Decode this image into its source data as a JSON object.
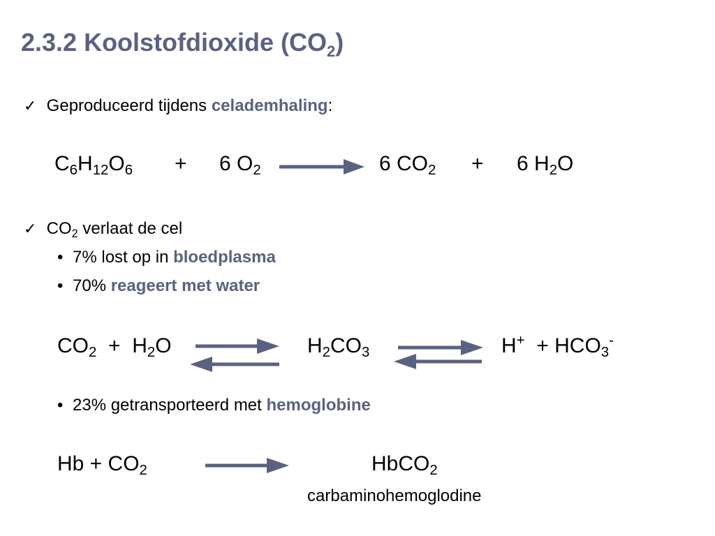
{
  "title": {
    "main": "2.3.2  Koolstofdioxide (CO",
    "sub": "2",
    "end": ")"
  },
  "check1": {
    "text": "Geproduceerd tijdens ",
    "highlight": "celademhaling",
    "end": ":"
  },
  "eq1": {
    "glucose": {
      "c": "C",
      "c_n": "6",
      "h": "H",
      "h_n": "12",
      "o": "O",
      "o_n": "6"
    },
    "plus1": "+",
    "oxygen": {
      "text": "6 O",
      "sub": "2"
    },
    "co2": {
      "text": "6 CO",
      "sub": "2"
    },
    "plus2": "+",
    "water": {
      "text": "6 H",
      "sub": "2",
      "end": "O"
    }
  },
  "check2": {
    "pre": "CO",
    "sub": "2",
    "text": " verlaat  de cel"
  },
  "bullets": [
    {
      "text": "7% lost op in ",
      "highlight": "bloedplasma"
    },
    {
      "text": "70% ",
      "highlight": "reageert met water"
    },
    {
      "text": "23% getransporteerd met ",
      "highlight": "hemoglobine"
    }
  ],
  "eq2": {
    "left": {
      "a": "CO",
      "a_n": "2",
      "plus": "  +  ",
      "b": "H",
      "b_n": "2",
      "b_end": "O"
    },
    "middle": {
      "a": "H",
      "a_n": "2",
      "b": "CO",
      "b_n": "3"
    },
    "right": {
      "a": "H",
      "a_sup": "+",
      "plus": "  + HCO",
      "b_n": "3",
      "b_sup": "-"
    }
  },
  "eq3": {
    "left": {
      "text": "Hb + CO",
      "sub": "2"
    },
    "right": {
      "text": "HbCO",
      "sub": "2"
    },
    "caption": "carbaminohemoglodine"
  },
  "colors": {
    "accent": "#5b6180"
  }
}
